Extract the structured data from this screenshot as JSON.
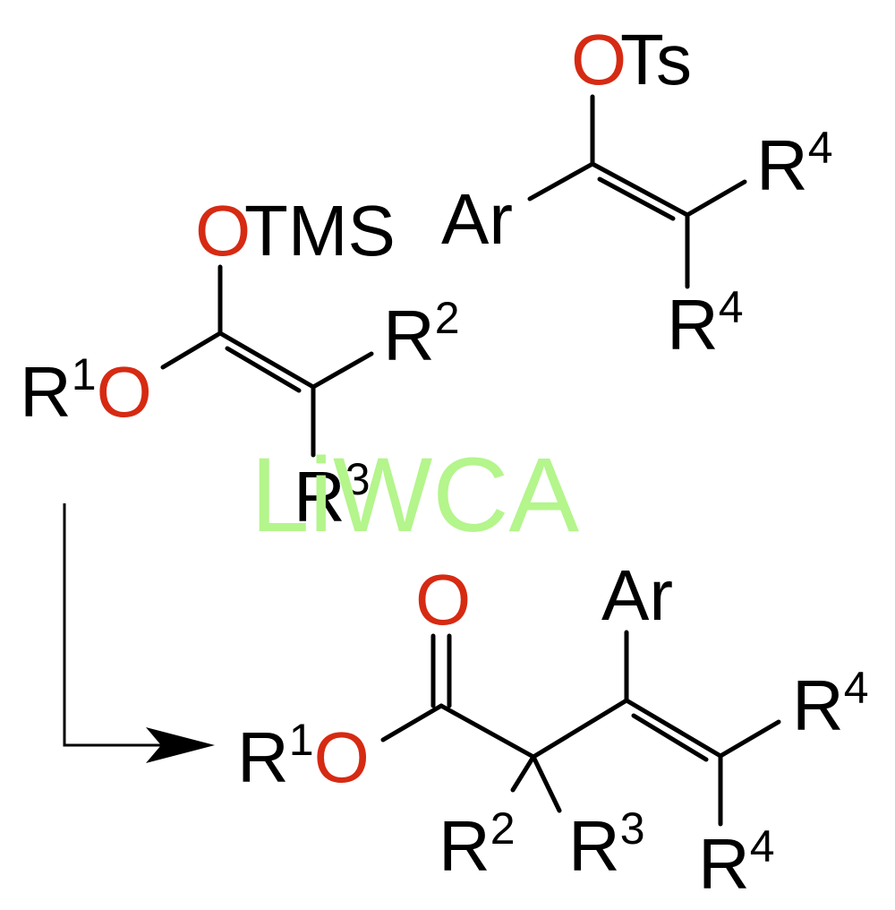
{
  "reactants": {
    "silyl_ketene_acetal": {
      "silyl_oxygen": "O",
      "silyl_group": "TMS",
      "alkoxy_group": "R",
      "alkoxy_group_superscript": "1",
      "alkoxy_oxygen": "O",
      "substituent_a": "R",
      "substituent_a_superscript": "2",
      "substituent_b": "R",
      "substituent_b_superscript": "3"
    },
    "vinyl_tosylate": {
      "tosyl_oxygen": "O",
      "tosyl_group": "Ts",
      "aryl_group": "Ar",
      "substituent_top": "R",
      "substituent_top_superscript": "4",
      "substituent_bottom": "R",
      "substituent_bottom_superscript": "4"
    }
  },
  "catalyst_label": "LiWCA",
  "product": {
    "carbonyl_oxygen": "O",
    "alkoxy_group": "R",
    "alkoxy_group_superscript": "1",
    "alkoxy_oxygen": "O",
    "aryl_group": "Ar",
    "substituent_r2": "R",
    "substituent_r2_superscript": "2",
    "substituent_r3": "R",
    "substituent_r3_superscript": "3",
    "substituent_r4_top": "R",
    "substituent_r4_top_superscript": "4",
    "substituent_r4_bottom": "R",
    "substituent_r4_bottom_superscript": "4"
  },
  "colors": {
    "oxygen": "#d62a13",
    "catalyst_watermark": "#b4f58c",
    "bonds": "#000000"
  }
}
